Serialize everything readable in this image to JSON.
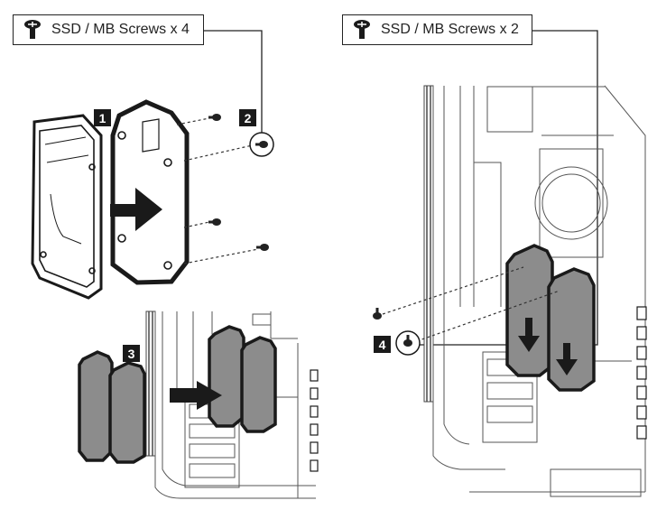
{
  "callouts": {
    "left": {
      "label": "SSD / MB Screws x 4",
      "icon": "screw-icon"
    },
    "right": {
      "label": "SSD / MB Screws x 2",
      "icon": "screw-icon"
    }
  },
  "steps": [
    "1",
    "2",
    "3",
    "4"
  ],
  "colors": {
    "line": "#1a1a1a",
    "drive_fill": "#8c8c8c",
    "arrow": "#1a1a1a",
    "case_line": "#555555"
  }
}
